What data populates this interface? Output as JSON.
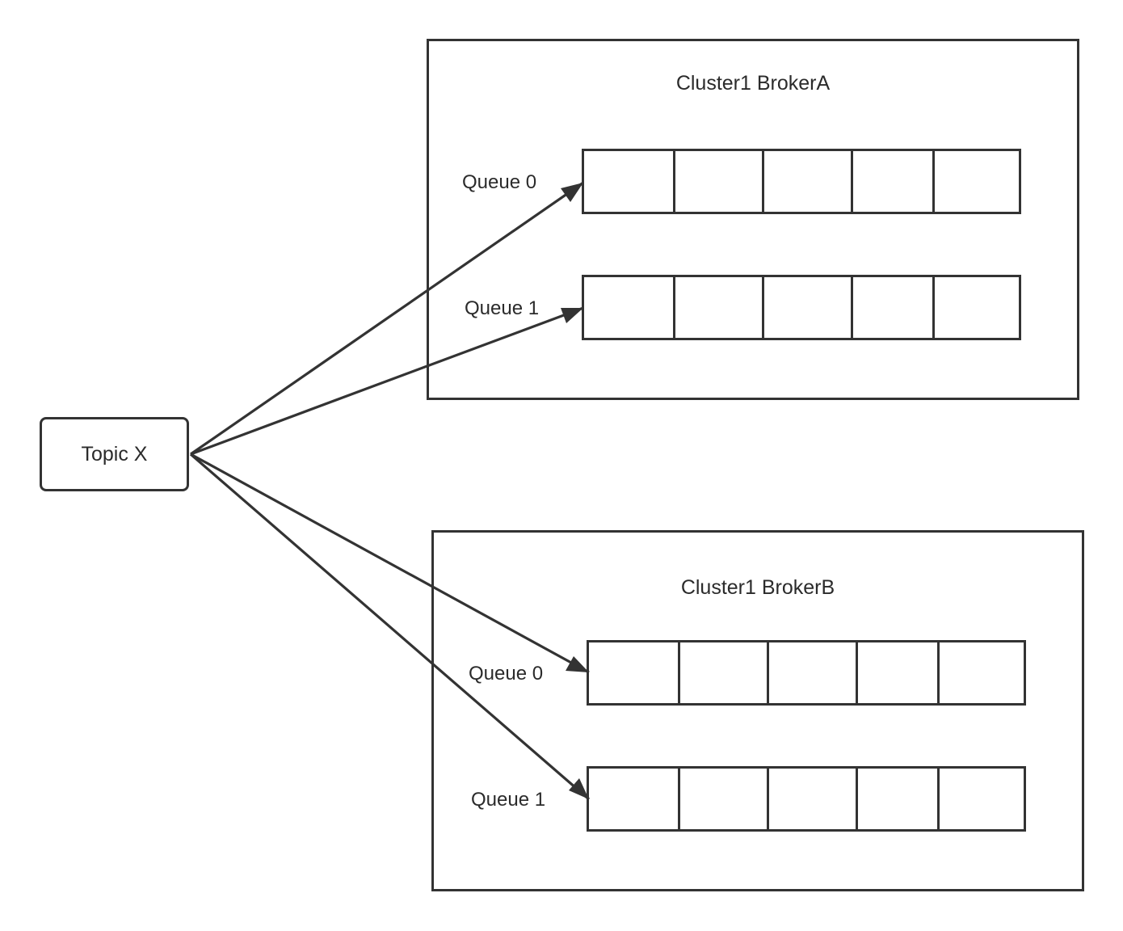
{
  "topic": {
    "label": "Topic X"
  },
  "brokers": [
    {
      "title": "Cluster1 BrokerA",
      "queues": [
        {
          "label": "Queue  0"
        },
        {
          "label": "Queue  1"
        }
      ]
    },
    {
      "title": "Cluster1 BrokerB",
      "queues": [
        {
          "label": "Queue  0"
        },
        {
          "label": "Queue  1"
        }
      ]
    }
  ],
  "colors": {
    "stroke": "#333333",
    "text": "#2b2b2b",
    "background": "#ffffff"
  }
}
